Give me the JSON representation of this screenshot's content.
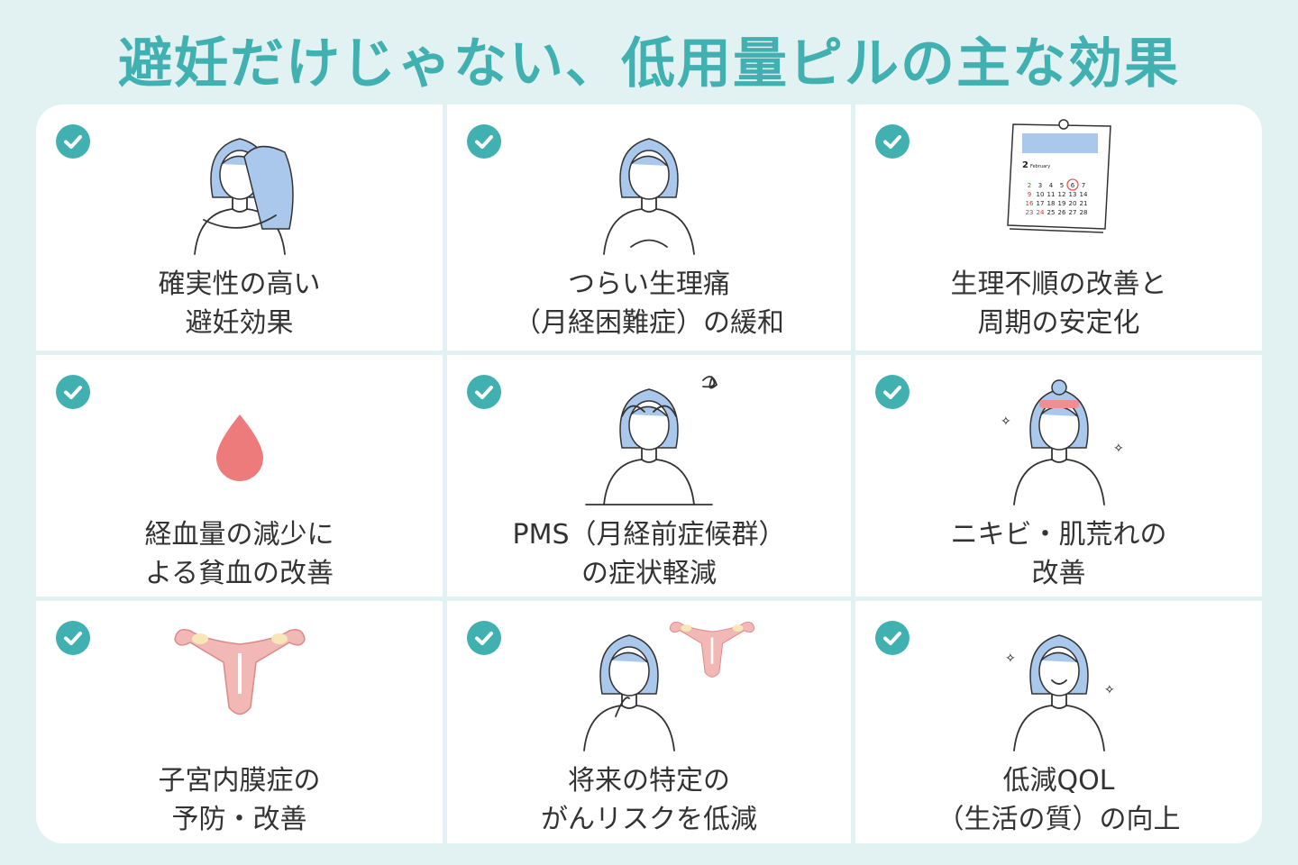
{
  "title": "避妊だけじゃない、低用量ピルの主な効果",
  "colors": {
    "accent": "#40b0b0",
    "hair": "#a9c8ec",
    "drop": "#ee7b7b",
    "uterus": "#f2b8b5"
  },
  "items": [
    {
      "lines": [
        "確実性の高い",
        "避妊効果"
      ],
      "icon": "couple-embrace-icon"
    },
    {
      "lines": [
        "つらい生理痛",
        "（月経困難症）の緩和"
      ],
      "icon": "woman-stomachache-icon"
    },
    {
      "lines": [
        "生理不順の改善と",
        "周期の安定化"
      ],
      "icon": "calendar-icon"
    },
    {
      "lines": [
        "経血量の減少に",
        "よる貧血の改善"
      ],
      "icon": "blood-drop-icon"
    },
    {
      "lines": [
        "PMS（月経前症候群）",
        "の症状軽減"
      ],
      "icon": "woman-headache-icon"
    },
    {
      "lines": [
        "ニキビ・肌荒れの",
        "改善"
      ],
      "icon": "woman-skin-care-icon"
    },
    {
      "lines": [
        "子宮内膜症の",
        "予防・改善"
      ],
      "icon": "uterus-icon"
    },
    {
      "lines": [
        "将来の特定の",
        "がんリスクを低減"
      ],
      "icon": "woman-thinking-uterus-icon"
    },
    {
      "lines": [
        "低減QOL",
        "（生活の質）の向上"
      ],
      "icon": "woman-smiling-icon"
    }
  ],
  "calendar": {
    "month_number": "2",
    "month_name": "February",
    "days": [
      "2",
      "3",
      "4",
      "5",
      "6",
      "7",
      "9",
      "10",
      "11",
      "12",
      "13",
      "14",
      "16",
      "17",
      "18",
      "19",
      "20",
      "21",
      "23",
      "24",
      "25",
      "26",
      "27",
      "28"
    ]
  }
}
